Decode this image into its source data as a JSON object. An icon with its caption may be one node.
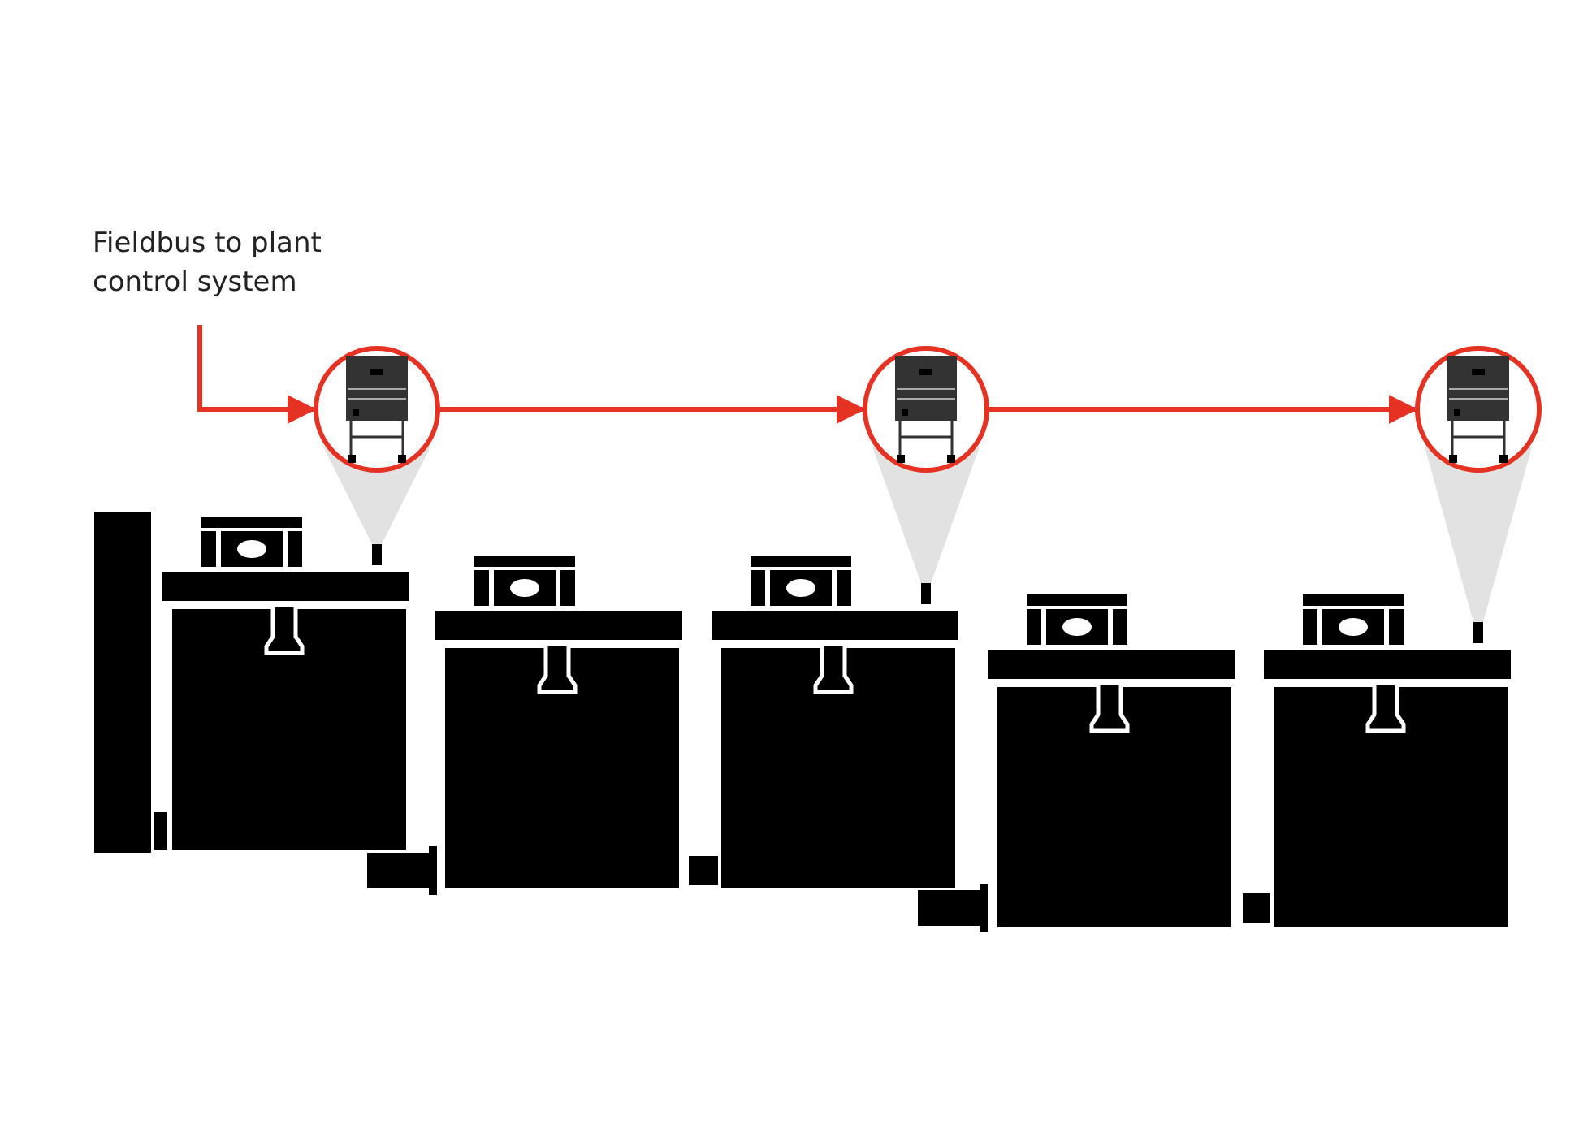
{
  "diagram": {
    "nodes": [
      {
        "text": [
          "Fieldbus to plant control system"
        ]
      },
      {
        "text": [],
        "shape": "circle"
      },
      {
        "text": [],
        "shape": "circle"
      },
      {
        "text": [],
        "shape": "circle"
      }
    ],
    "edges": [
      {
        "from": 0,
        "to": 1,
        "arrow": "to"
      },
      {
        "from": 1,
        "to": 2,
        "arrow": "to"
      },
      {
        "from": 2,
        "to": 3,
        "arrow": "to"
      }
    ]
  }
}
